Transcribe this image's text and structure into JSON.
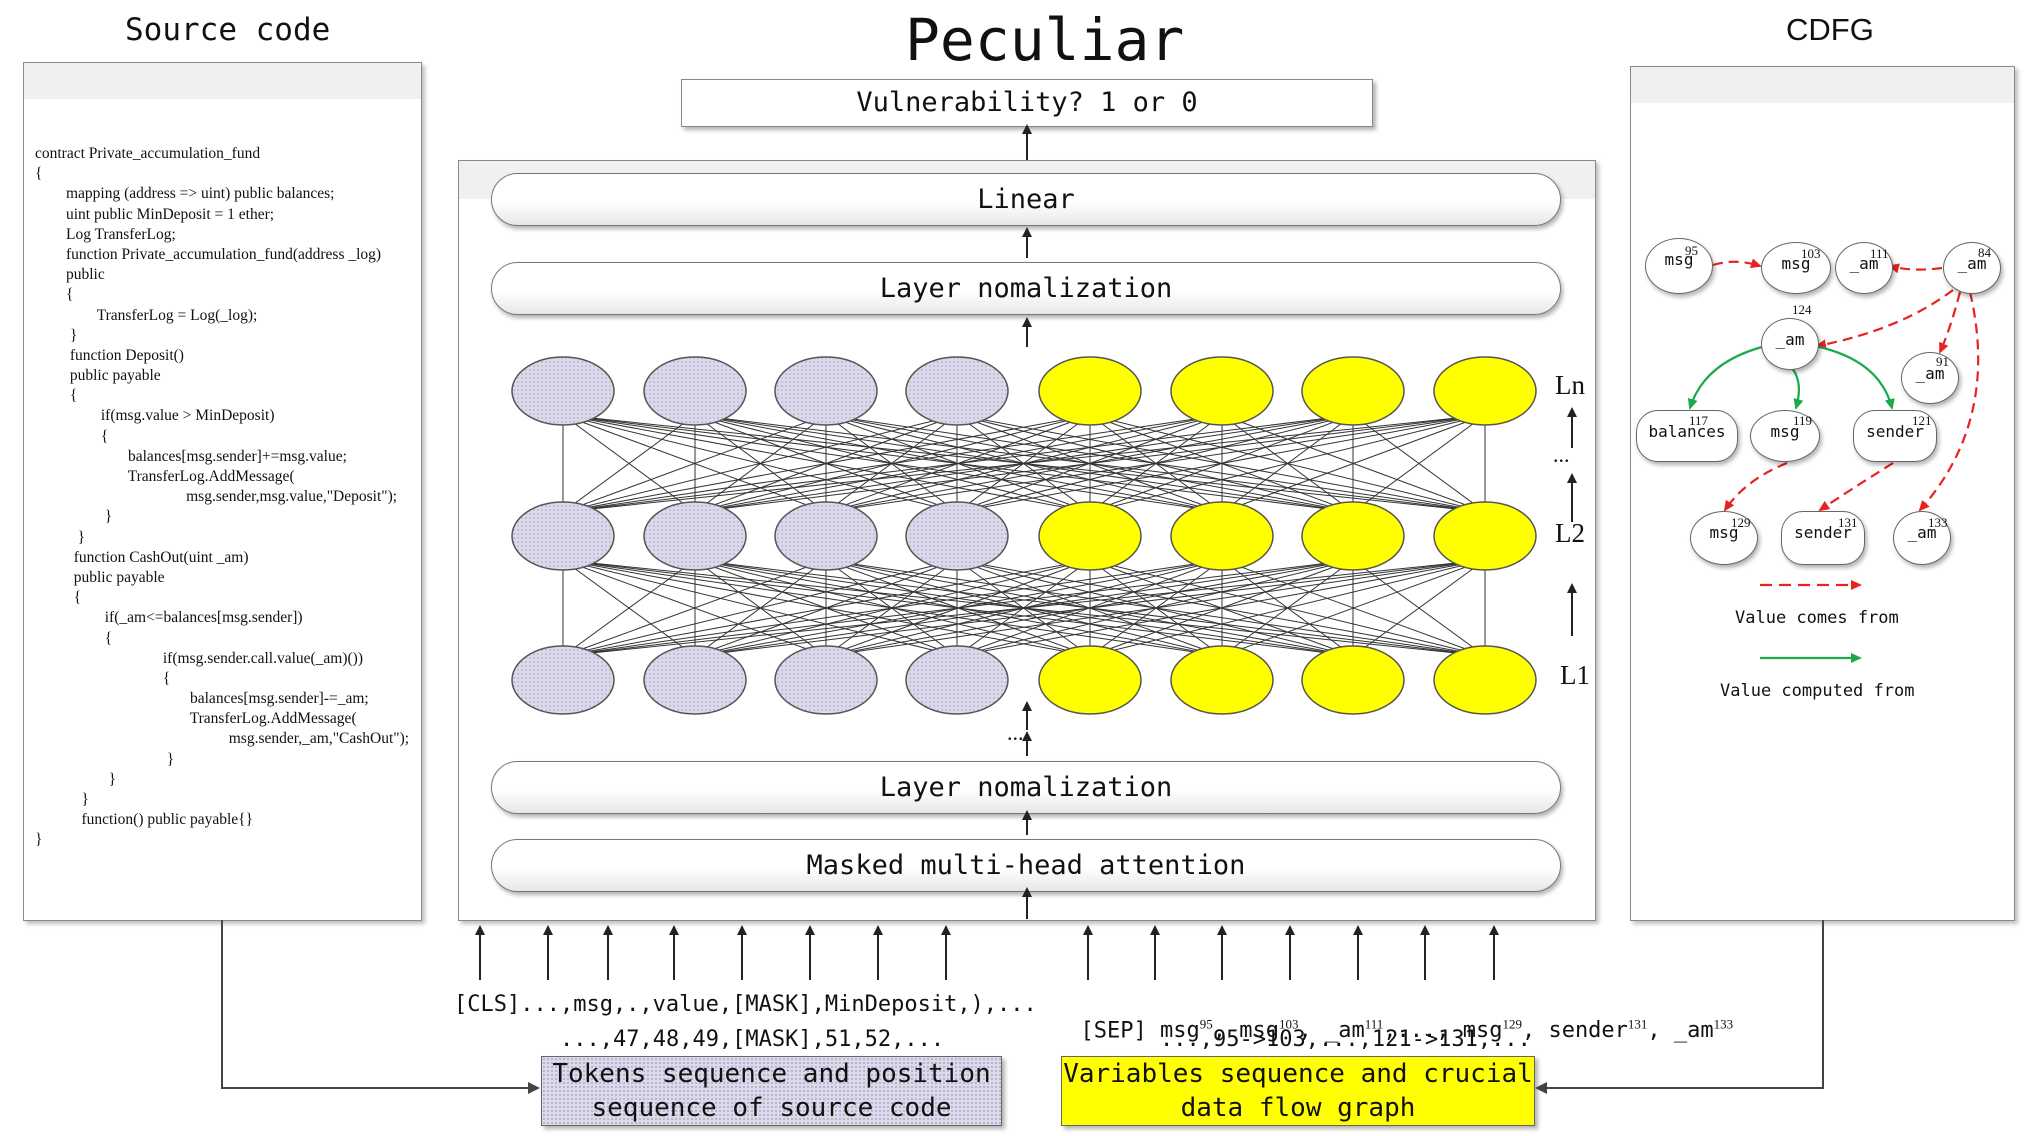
{
  "headers": {
    "source_code": "Source code",
    "main": "Peculiar",
    "cdfg": "CDFG"
  },
  "source_code_lines": [
    "contract Private_accumulation_fund",
    "{",
    "        mapping (address => uint) public balances;",
    "        uint public MinDeposit = 1 ether;",
    "        Log TransferLog;",
    "        function Private_accumulation_fund(address _log)",
    "        public",
    "        {",
    "                TransferLog = Log(_log);",
    "         }",
    "         function Deposit()",
    "         public payable",
    "         {",
    "                 if(msg.value > MinDeposit)",
    "                 {",
    "                        balances[msg.sender]+=msg.value;",
    "                        TransferLog.AddMessage(",
    "                                       msg.sender,msg.value,\"Deposit\");",
    "                  }",
    "           }",
    "          function CashOut(uint _am)",
    "          public payable",
    "          {",
    "                  if(_am<=balances[msg.sender])",
    "                  {",
    "                                 if(msg.sender.call.value(_am)())",
    "                                 {",
    "                                        balances[msg.sender]-=_am;",
    "                                        TransferLog.AddMessage(",
    "                                                  msg.sender,_am,\"CashOut\");",
    "                                  }",
    "                   }",
    "            }",
    "            function() public payable{}",
    "}"
  ],
  "model": {
    "output_label": "Vulnerability? 1 or 0",
    "linear": "Linear",
    "layer_norm_top": "Layer nomalization",
    "layer_norm_bottom": "Layer nomalization",
    "attention": "Masked multi-head attention",
    "layer_labels": [
      "Ln",
      "L2",
      "L1"
    ],
    "ellipsis": "..."
  },
  "input": {
    "token_seq": "[CLS]...,msg,.,value,[MASK],MinDeposit,),...",
    "token_pos": "...,47,48,49,[MASK],51,52,...",
    "var_seq_prefix": "[SEP]",
    "vars": [
      {
        "name": "msg",
        "id": "95",
        "sep": ","
      },
      {
        "name": "msg",
        "id": "103",
        "sep": ","
      },
      {
        "name": "_am",
        "id": "111",
        "sep": ",...,"
      },
      {
        "name": "msg",
        "id": "129",
        "sep": ","
      },
      {
        "name": "sender",
        "id": "131",
        "sep": ","
      },
      {
        "name": "_am",
        "id": "133",
        "sep": ""
      }
    ],
    "flow_seq": "...,95->103,...,121->131,...",
    "tokens_box": [
      "Tokens sequence and position",
      "sequence of source code"
    ],
    "vars_box": [
      "Variables sequence and crucial",
      "data flow graph"
    ]
  },
  "cdfg": {
    "nodes": [
      {
        "name": "msg",
        "id": "95"
      },
      {
        "name": "msg",
        "id": "103"
      },
      {
        "name": "_am",
        "id": "111"
      },
      {
        "name": "_am",
        "id": "84"
      },
      {
        "name": "_am",
        "id": "124"
      },
      {
        "name": "_am",
        "id": "91"
      },
      {
        "name": "balances",
        "id": "117"
      },
      {
        "name": "msg",
        "id": "119"
      },
      {
        "name": "sender",
        "id": "121"
      },
      {
        "name": "msg",
        "id": "129"
      },
      {
        "name": "sender",
        "id": "131"
      },
      {
        "name": "_am",
        "id": "133"
      }
    ],
    "legend": [
      {
        "label": "Value comes from",
        "style": "dashed",
        "color": "#e8231f"
      },
      {
        "label": "Value computed from",
        "style": "solid",
        "color": "#1aaa4a"
      }
    ]
  },
  "colors": {
    "code_token": "#ddd8ea",
    "variable": "#ffff00",
    "data_flow": "#e8231f",
    "computed": "#1aaa4a"
  }
}
